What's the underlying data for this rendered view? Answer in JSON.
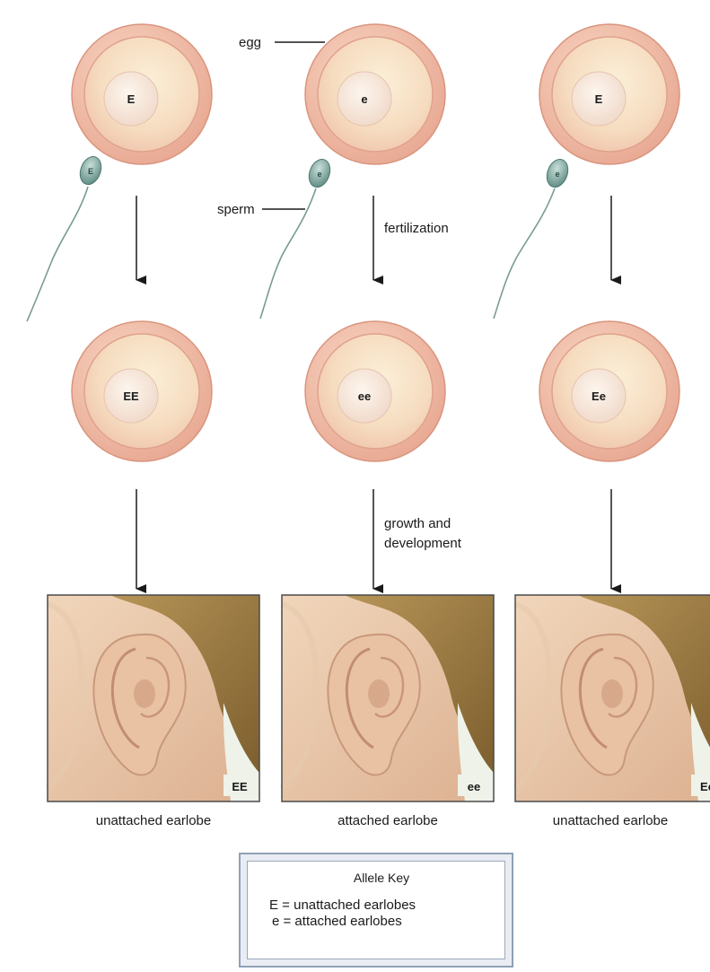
{
  "labels": {
    "egg": "egg",
    "sperm": "sperm",
    "fertilization": "fertilization",
    "growth_line1": "growth and",
    "growth_line2": "development"
  },
  "columns": [
    {
      "egg_allele": "E",
      "sperm_allele": "E",
      "zygote": "EE",
      "ear_code": "EE",
      "caption": "unattached earlobe"
    },
    {
      "egg_allele": "e",
      "sperm_allele": "e",
      "zygote": "ee",
      "ear_code": "ee",
      "caption": "attached earlobe"
    },
    {
      "egg_allele": "E",
      "sperm_allele": "e",
      "zygote": "Ee",
      "ear_code": "Ee",
      "caption": "unattached earlobe"
    }
  ],
  "key": {
    "title": "Allele Key",
    "line1": "E = unattached earlobes",
    "line2": "e = attached earlobes"
  },
  "colors": {
    "cell_outer": "#efbba7",
    "cell_inner": "#f6dcc0",
    "nucleus": "#f9e9da",
    "sperm_head": "#9cbfb7",
    "hair": "#9a7a42",
    "skin": "#e8c6a6",
    "key_border": "#8fa0b8"
  }
}
